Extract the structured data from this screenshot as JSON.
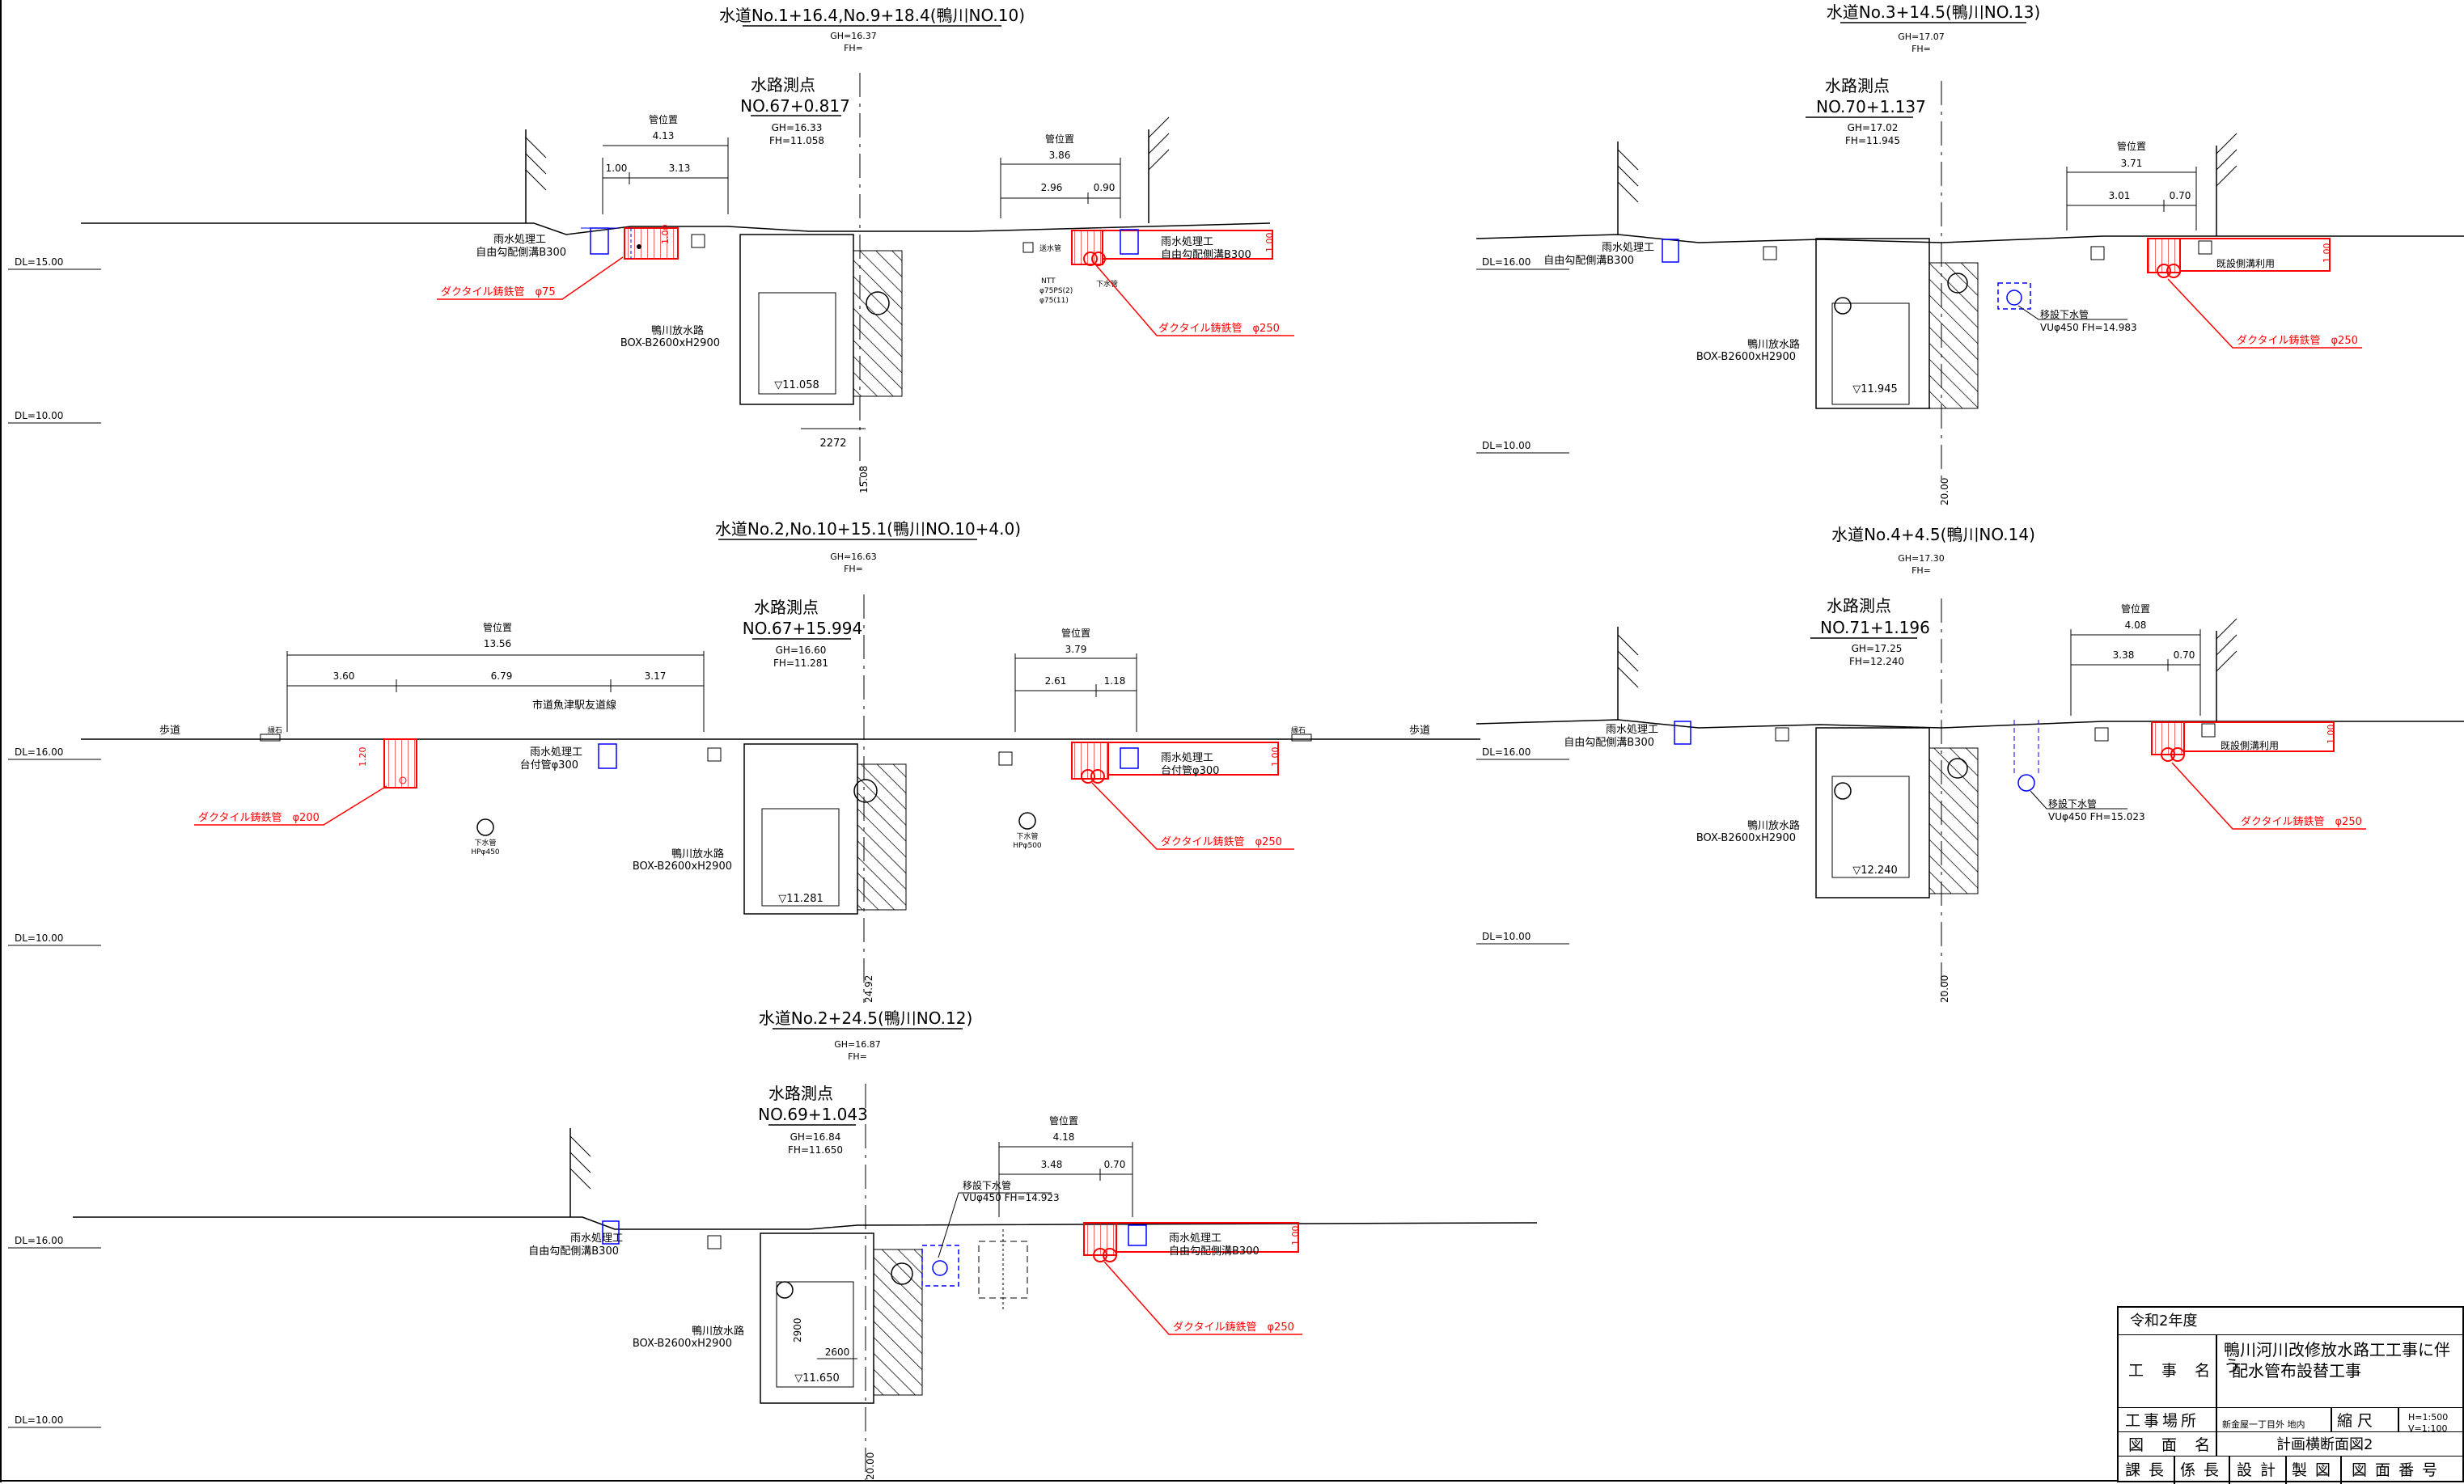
{
  "colors": {
    "line": "#000000",
    "gas": "#ff0000",
    "water": "#0000ff",
    "fill": "#f6b8b8"
  },
  "sections": [
    {
      "title": "水道No.1+16.4,No.9+18.4(鴨川NO.10)",
      "gh": "GH=16.37",
      "fh": "FH=",
      "survey_label": "水路測点",
      "survey_no": "NO.67+0.817",
      "gh2": "GH=16.33",
      "fh2": "FH=11.058",
      "dl_top": "DL=15.00",
      "dl_bottom": "DL=10.00",
      "culvert_name": "鴨川放水路",
      "culvert_size": "BOX-B2600xH2900",
      "culvert_level": "▽11.058",
      "dim_below": "2272",
      "vertical_dim": "15.08",
      "left_pos_label": "管位置",
      "left_pos_total": "4.13",
      "left_pos_a": "1.00",
      "left_pos_b": "3.13",
      "right_pos_label": "管位置",
      "right_pos_total": "3.86",
      "right_pos_a": "2.96",
      "right_pos_b": "0.90",
      "left_rain_1": "雨水処理工",
      "left_rain_2": "自由勾配側溝B300",
      "right_rain_1": "雨水処理工",
      "right_rain_2": "自由勾配側溝B300",
      "left_ductile": "ダクタイル鋳鉄管　φ75",
      "right_ductile": "ダクタイル鋳鉄管　φ250",
      "depth_left": "1.00",
      "depth_right": "1.00",
      "ntt": "NTT",
      "ntt_spec": "φ75PS(2)",
      "ntt_spec2": "φ75(11)",
      "sewer": "下水管",
      "water_pipe": "送水管"
    },
    {
      "title": "水道No.2,No.10+15.1(鴨川NO.10+4.0)",
      "gh": "GH=16.63",
      "fh": "FH=",
      "survey_label": "水路測点",
      "survey_no": "NO.67+15.994",
      "gh2": "GH=16.60",
      "fh2": "FH=11.281",
      "dl_top": "DL=16.00",
      "dl_bottom": "DL=10.00",
      "culvert_name": "鴨川放水路",
      "culvert_size": "BOX-B2600xH2900",
      "culvert_level": "▽11.281",
      "vertical_dim": "24.92",
      "left_pos_label": "管位置",
      "left_pos_total": "13.56",
      "left_pos_a": "3.60",
      "left_pos_b": "6.79",
      "left_pos_c": "3.17",
      "right_pos_label": "管位置",
      "right_pos_total": "3.79",
      "right_pos_a": "2.61",
      "right_pos_b": "1.18",
      "sidewalk": "歩道",
      "curb": "縁石",
      "road": "市道魚津駅友道線",
      "left_rain_1": "雨水処理工",
      "left_rain_2": "台付管φ300",
      "right_rain_1": "雨水処理工",
      "right_rain_2": "台付管φ300",
      "left_ductile": "ダクタイル鋳鉄管　φ200",
      "right_ductile": "ダクタイル鋳鉄管　φ250",
      "depth_left": "1.20",
      "depth_right": "1.00",
      "sewer": "下水管",
      "sewer_size": "HPφ450",
      "sewer_size2": "HPφ500"
    },
    {
      "title": "水道No.2+24.5(鴨川NO.12)",
      "gh": "GH=16.87",
      "fh": "FH=",
      "survey_label": "水路測点",
      "survey_no": "NO.69+1.043",
      "gh2": "GH=16.84",
      "fh2": "FH=11.650",
      "dl_top": "DL=16.00",
      "dl_bottom": "DL=10.00",
      "culvert_name": "鴨川放水路",
      "culvert_size": "BOX-B2600xH2900",
      "culvert_level": "▽11.650",
      "dim_h": "2900",
      "dim_w": "2600",
      "vertical_dim": "20.00",
      "right_pos_label": "管位置",
      "right_pos_total": "4.18",
      "right_pos_a": "3.48",
      "right_pos_b": "0.70",
      "relocated_1": "移設下水管",
      "relocated_2": "VUφ450 FH=14.923",
      "left_rain_1": "雨水処理工",
      "left_rain_2": "自由勾配側溝B300",
      "right_rain_1": "雨水処理工",
      "right_rain_2": "自由勾配側溝B300",
      "right_ductile": "ダクタイル鋳鉄管　φ250",
      "depth_right": "1.00"
    },
    {
      "title": "水道No.3+14.5(鴨川NO.13)",
      "gh": "GH=17.07",
      "fh": "FH=",
      "survey_label": "水路測点",
      "survey_no": "NO.70+1.137",
      "gh2": "GH=17.02",
      "fh2": "FH=11.945",
      "dl_top": "DL=16.00",
      "dl_bottom": "DL=10.00",
      "culvert_name": "鴨川放水路",
      "culvert_size": "BOX-B2600xH2900",
      "culvert_level": "▽11.945",
      "vertical_dim": "20.00",
      "right_pos_label": "管位置",
      "right_pos_total": "3.71",
      "right_pos_a": "3.01",
      "right_pos_b": "0.70",
      "relocated_1": "移設下水管",
      "relocated_2": "VUφ450 FH=14.983",
      "left_rain_1": "雨水処理工",
      "left_rain_2": "自由勾配側溝B300",
      "existing": "既設側溝利用",
      "right_ductile": "ダクタイル鋳鉄管　φ250",
      "depth_right": "1.00"
    },
    {
      "title": "水道No.4+4.5(鴨川NO.14)",
      "gh": "GH=17.30",
      "fh": "FH=",
      "survey_label": "水路測点",
      "survey_no": "NO.71+1.196",
      "gh2": "GH=17.25",
      "fh2": "FH=12.240",
      "dl_top": "DL=16.00",
      "dl_bottom": "DL=10.00",
      "culvert_name": "鴨川放水路",
      "culvert_size": "BOX-B2600xH2900",
      "culvert_level": "▽12.240",
      "vertical_dim": "20.00",
      "right_pos_label": "管位置",
      "right_pos_total": "4.08",
      "right_pos_a": "3.38",
      "right_pos_b": "0.70",
      "relocated_1": "移設下水管",
      "relocated_2": "VUφ450 FH=15.023",
      "left_rain_1": "雨水処理工",
      "left_rain_2": "自由勾配側溝B300",
      "existing": "既設側溝利用",
      "right_ductile": "ダクタイル鋳鉄管　φ250",
      "depth_right": "1.00"
    }
  ],
  "title_block": {
    "year": "令和2年度",
    "work_name_label": "工 事 名",
    "work_name_1": "鴨川河川改修放水路工工事に伴う",
    "work_name_2": "配水管布設替工事",
    "place_label": "工事場所",
    "place": "新金屋一丁目外 地内",
    "scale_label": "縮 尺",
    "scale_h": "H=1:500",
    "scale_v": "V=1:100",
    "drawing_label": "図 面 名",
    "drawing": "計画横断面図2",
    "sign_1": "課 長",
    "sign_2": "係 長",
    "sign_3": "設 計",
    "sign_4": "製 図",
    "sign_5": "図 面 番 号"
  }
}
